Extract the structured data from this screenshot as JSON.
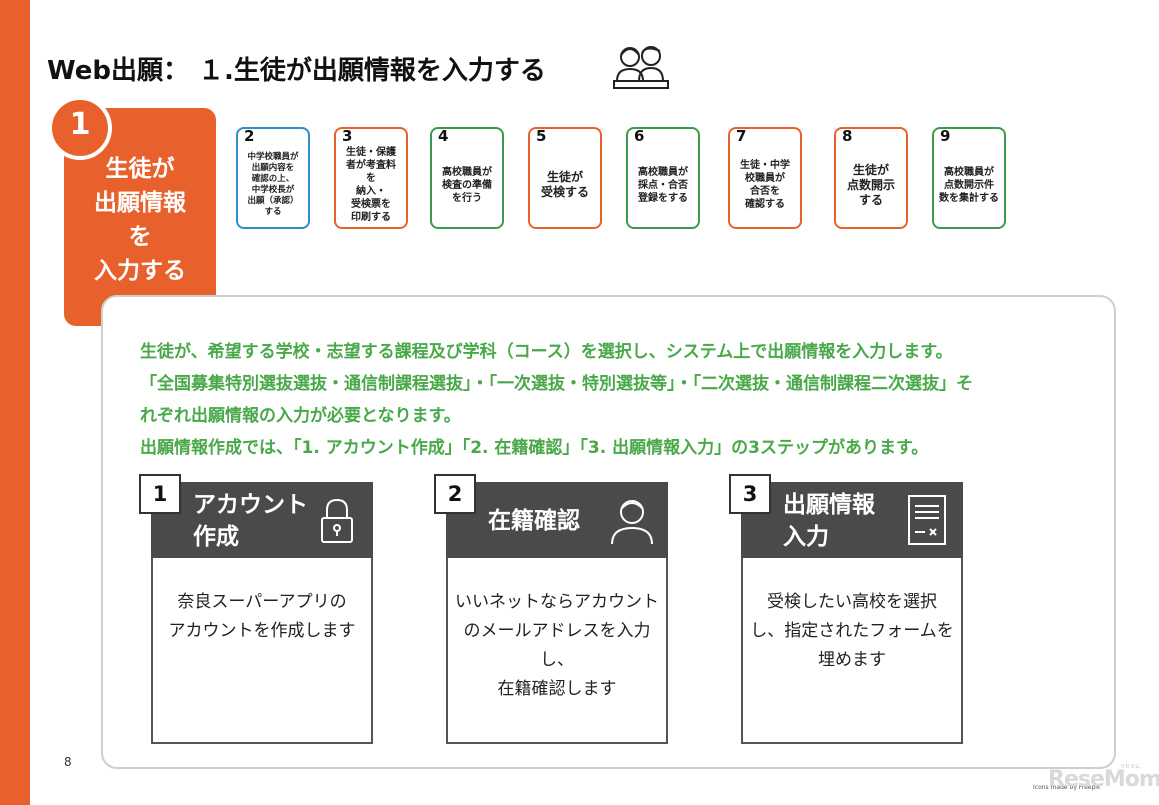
{
  "title": "Web出願： １.生徒が出願情報を入力する",
  "current_step": {
    "number": "1",
    "label": "生徒が\n出願情報\nを\n入力する"
  },
  "steps": [
    {
      "number": "2",
      "text": "中学校職員が\n出願内容を\n確認の上、\n中学校長が\n出願（承認）\nする",
      "color": "#2e8ec6"
    },
    {
      "number": "3",
      "text": "生徒・保護\n者が考査料\nを\n納入・\n受検票を\n印刷する",
      "color": "#e8612c"
    },
    {
      "number": "4",
      "text": "高校職員が\n検査の準備\nを行う",
      "color": "#3a9a4a"
    },
    {
      "number": "5",
      "text": "生徒が\n受検する",
      "color": "#e8612c"
    },
    {
      "number": "6",
      "text": "高校職員が\n採点・合否\n登録をする",
      "color": "#3a9a4a"
    },
    {
      "number": "7",
      "text": "生徒・中学\n校職員が\n合否を\n確認する",
      "color": "#e8612c"
    },
    {
      "number": "8",
      "text": "生徒が\n点数開示\nする",
      "color": "#e8612c"
    },
    {
      "number": "9",
      "text": "高校職員が\n点数開示件\n数を集計する",
      "color": "#3a9a4a"
    }
  ],
  "description": [
    "生徒が、希望する学校・志望する課程及び学科（コース）を選択し、システム上で出願情報を入力します。",
    "「全国募集特別選抜選抜・通信制課程選抜」・「一次選抜・特別選抜等」・「二次選抜・通信制課程二次選抜」そ",
    "れぞれ出願情報の入力が必要となります。",
    "出願情報作成では、「1. アカウント作成」「2. 在籍確認」「3. 出願情報入力」の3ステップがあります。"
  ],
  "cards": [
    {
      "number": "1",
      "title": "アカウント\n作成",
      "icon": "lock-icon",
      "text": "奈良スーパーアプリの\nアカウントを作成します"
    },
    {
      "number": "2",
      "title": "在籍確認",
      "icon": "person-icon",
      "text": "いいネットならアカウント\nのメールアドレスを入力し、\n在籍確認します"
    },
    {
      "number": "3",
      "title": "出願情報\n入力",
      "icon": "form-icon",
      "text": "受検したい高校を選択\nし、指定されたフォームを\n埋めます"
    }
  ],
  "page_number": "8",
  "credit": "Icons made by Freepik",
  "logo": "ReseMom",
  "logo_sub": "リセマム",
  "colors": {
    "accent": "#e8612c",
    "green_text": "#4aa84a",
    "card_header": "#4a4a4a"
  }
}
